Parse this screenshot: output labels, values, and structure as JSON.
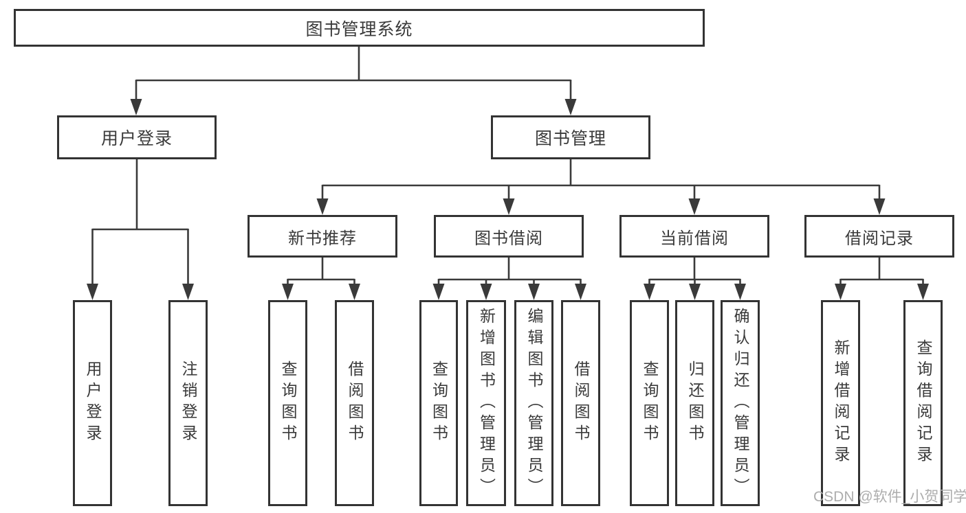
{
  "colors": {
    "line": "#3a3a3a",
    "box_border": "#333333",
    "text": "#3a3a3a",
    "watermark": "#adadad"
  },
  "watermark": "CSDN @软件_小贺同学",
  "tree": {
    "label": "图书管理系统",
    "children": [
      {
        "label": "用户登录",
        "children": [
          {
            "label": "用户登录"
          },
          {
            "label": "注销登录"
          }
        ]
      },
      {
        "label": "图书管理",
        "children": [
          {
            "label": "新书推荐",
            "children": [
              {
                "label": "查询图书"
              },
              {
                "label": "借阅图书"
              }
            ]
          },
          {
            "label": "图书借阅",
            "children": [
              {
                "label": "查询图书"
              },
              {
                "label": "新增图书（管理员）"
              },
              {
                "label": "编辑图书（管理员）"
              },
              {
                "label": "借阅图书"
              }
            ]
          },
          {
            "label": "当前借阅",
            "children": [
              {
                "label": "查询图书"
              },
              {
                "label": "归还图书"
              },
              {
                "label": "确认归还（管理员）"
              }
            ]
          },
          {
            "label": "借阅记录",
            "children": [
              {
                "label": "新增借阅记录"
              },
              {
                "label": "查询借阅记录"
              }
            ]
          }
        ]
      }
    ]
  }
}
